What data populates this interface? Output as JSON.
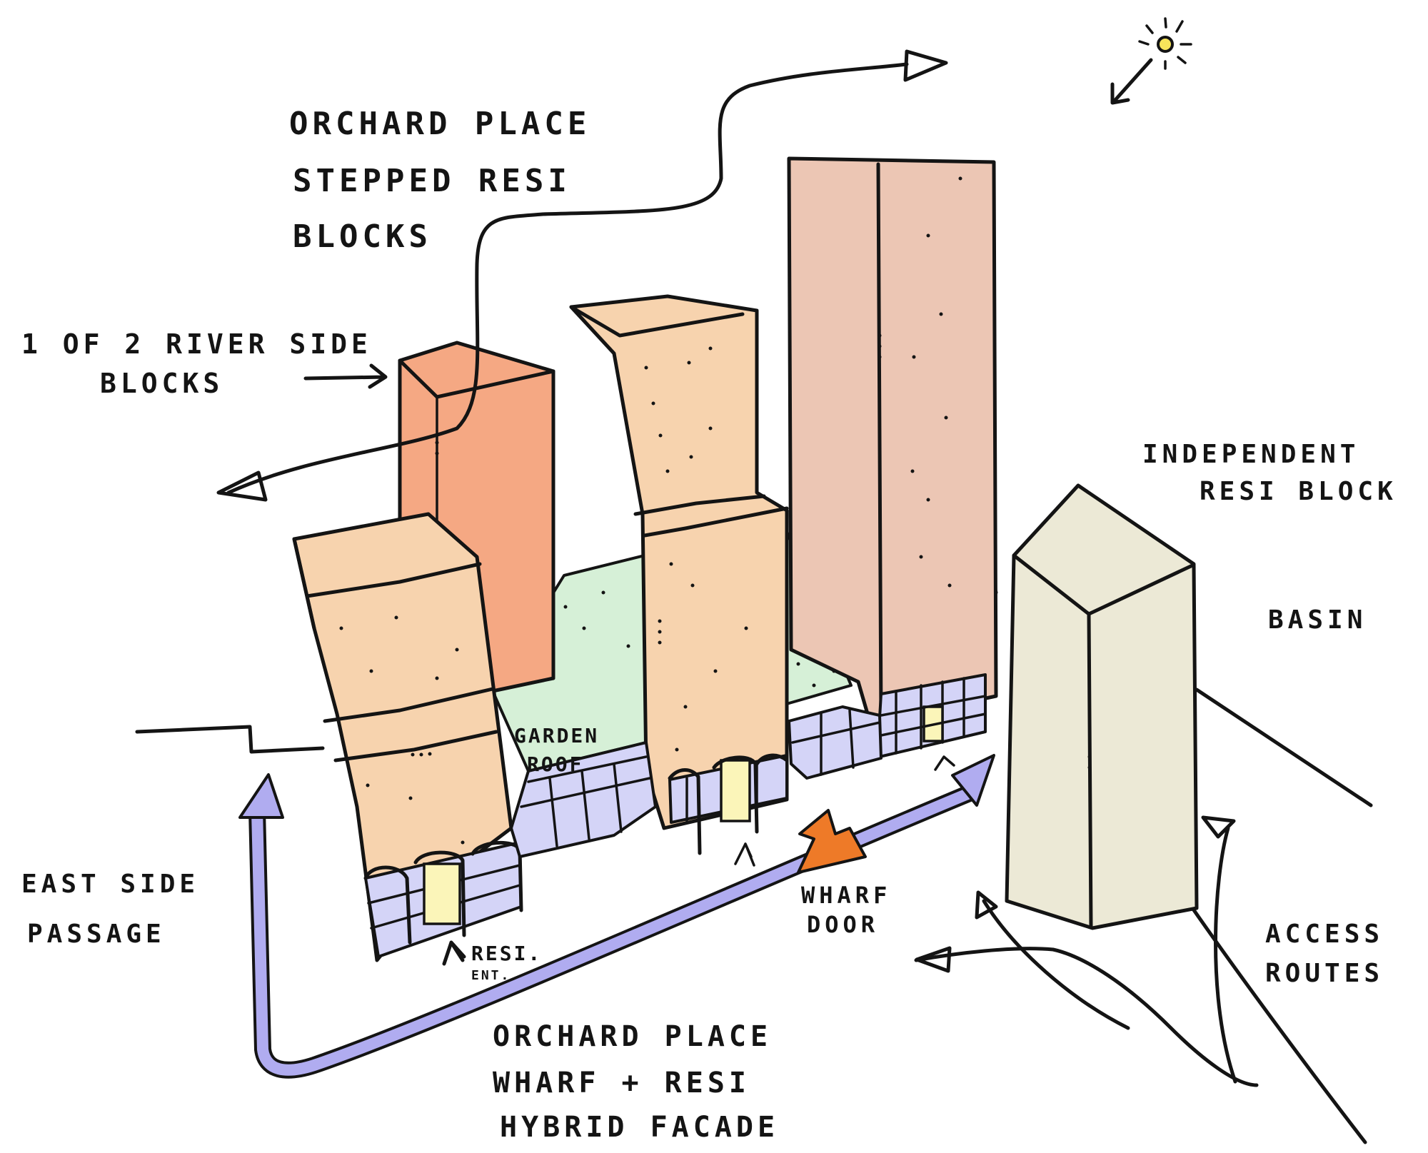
{
  "labels": {
    "orchard_place_stepped": [
      "ORCHARD PLACE",
      "STEPPED RESI",
      "BLOCKS"
    ],
    "riverside_blocks": [
      "1 OF 2 RIVER SIDE",
      "BLOCKS"
    ],
    "independent_block": [
      "INDEPENDENT",
      "RESI BLOCK"
    ],
    "basin": "BASIN",
    "garden_roof": [
      "GARDEN",
      "ROOF"
    ],
    "east_side_passage": [
      "EAST SIDE",
      "PASSAGE"
    ],
    "resi_entrance": [
      "RESI.",
      "ENT."
    ],
    "wharf_door": [
      "WHARF",
      "DOOR"
    ],
    "access_routes": [
      "ACCESS",
      "ROUTES"
    ],
    "hybrid_facade": [
      "ORCHARD PLACE",
      "WHARF + RESI",
      "HYBRID FACADE"
    ]
  },
  "colors": {
    "ink": "#141414",
    "stepped_block": "#f7d3ae",
    "riverside_block": "#f5a883",
    "tall_block": "#ecc6b4",
    "independent_block": "#ece9d6",
    "garden_roof": "#d6f0d7",
    "facade_glass": "#d4d4f7",
    "entrance_door": "#fbf5b9",
    "passage_arrow": "#b0acf0",
    "wharf_arrow": "#ee7a28",
    "sun": "#f7e55b"
  },
  "icons": {
    "sun": "sun-icon"
  }
}
